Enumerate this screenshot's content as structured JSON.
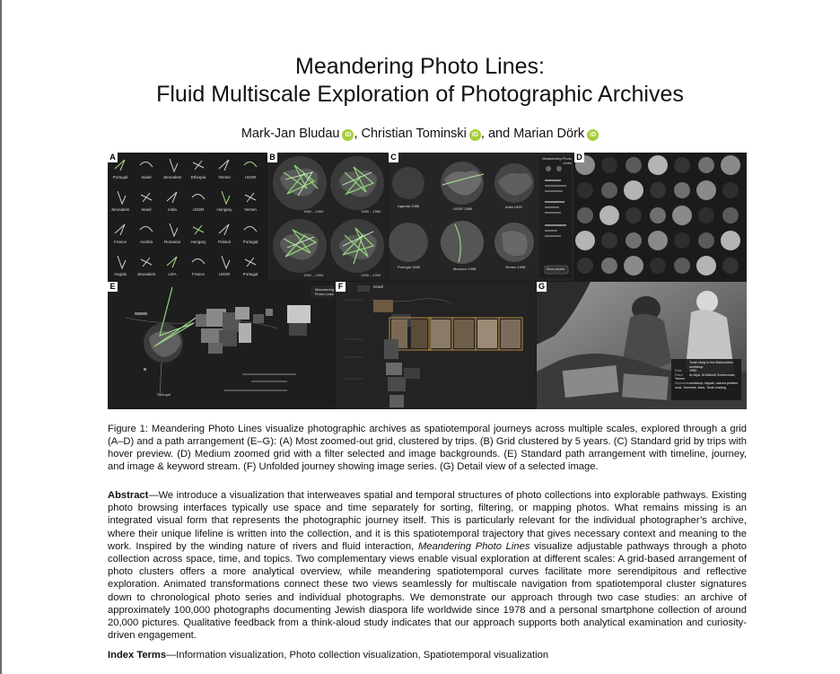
{
  "paper": {
    "title_line1": "Meandering Photo Lines:",
    "title_line2": "Fluid Multiscale Exploration of Photographic Archives",
    "authors": [
      {
        "name": "Mark-Jan Bludau",
        "sep": ", "
      },
      {
        "name": "Christian Tominski",
        "sep": ", and "
      },
      {
        "name": "Marian Dörk",
        "sep": ""
      }
    ],
    "orcid_icon_label": "iD"
  },
  "figure": {
    "panels": {
      "A": {
        "letter": "A",
        "labels": [
          [
            "Portugal",
            "Israel",
            "Jerusalem",
            "Ethiopia",
            "Yemen",
            "USSR"
          ],
          [
            "Jerusalem",
            "Israel",
            "India",
            "USSR",
            "Hungary",
            "Yemen"
          ],
          [
            "France",
            "Austria",
            "Romania",
            "Hungary",
            "Poland",
            "Portugal"
          ],
          [
            "Angola",
            "Jerusalem",
            "USA",
            "France",
            "USSR",
            "Portugal"
          ]
        ]
      },
      "B": {
        "letter": "B",
        "labels": [
          "1980 – 1984",
          "1985 – 1989",
          "1990 – 1994",
          "1995 – 1999"
        ]
      },
      "C": {
        "letter": "C",
        "app_title": "Meandering Photo Lines",
        "labels": [
          "Uganda 1988",
          "USSR 1989",
          "India 1999",
          "Portugal 1988",
          "Morocco 1998",
          "Yemen 1998"
        ],
        "button": "Show photos"
      },
      "D": {
        "letter": "D"
      },
      "E": {
        "letter": "E",
        "app_title": "Meandering Photo Lines",
        "place_label": "Portugal"
      },
      "F": {
        "letter": "F",
        "chip": "Israel"
      },
      "G": {
        "letter": "G",
        "info": [
          [
            "",
            "Torah study in the Maimonides workshop"
          ],
          [
            "Date",
            "1983"
          ],
          [
            "Place",
            "Al-Mijar, Al-Mahwit Governorate, Yemen"
          ],
          [
            "Keywords",
            "workshop, kippah, sacred-profane, rural, Yemenite Jews, Torah reading"
          ]
        ]
      }
    },
    "caption": "Figure 1: Meandering Photo Lines visualize photographic archives as spatiotemporal journeys across multiple scales, explored through a grid (A–D) and a path arrangement (E–G): (A) Most zoomed-out grid, clustered by trips. (B) Grid clustered by 5 years. (C) Standard grid by trips with hover preview. (D) Medium zoomed grid with a filter selected and image backgrounds. (E) Standard path arrangement with timeline, journey, and image & keyword stream. (F) Unfolded journey showing image series. (G) Detail view of a selected image."
  },
  "abstract": {
    "label": "Abstract",
    "dash": "—",
    "text_before": "We introduce a visualization that interweaves spatial and temporal structures of photo collections into explorable pathways. Existing photo browsing interfaces typically use space and time separately for sorting, filtering, or mapping photos. What remains missing is an integrated visual form that represents the photographic journey itself. This is particularly relevant for the individual photographer’s archive, where their unique lifeline is written into the collection, and it is this spatiotemporal trajectory that gives necessary context and meaning to the work. Inspired by the winding nature of rivers and fluid interaction, ",
    "emphasis": "Meandering Photo Lines",
    "text_after": " visualize adjustable pathways through a photo collection across space, time, and topics. Two complementary views enable visual exploration at different scales: A grid-based arrangement of photo clusters offers a more analytical overview, while meandering spatiotemporal curves facilitate more serendipitous and reflective exploration. Animated transformations connect these two views seamlessly for multiscale navigation from spatiotemporal cluster signatures down to chronological photo series and individual photographs. We demonstrate our approach through two case studies: an archive of approximately 100,000 photographs documenting Jewish diaspora life worldwide since 1978 and a personal smartphone collection of around 20,000 pictures. Qualitative feedback from a think-aloud study indicates that our approach supports both analytical examination and curiosity-driven engagement."
  },
  "index_terms": {
    "label": "Index Terms",
    "dash": "—",
    "text": "Information visualization, Photo collection visualization, Spatiotemporal visualization"
  }
}
